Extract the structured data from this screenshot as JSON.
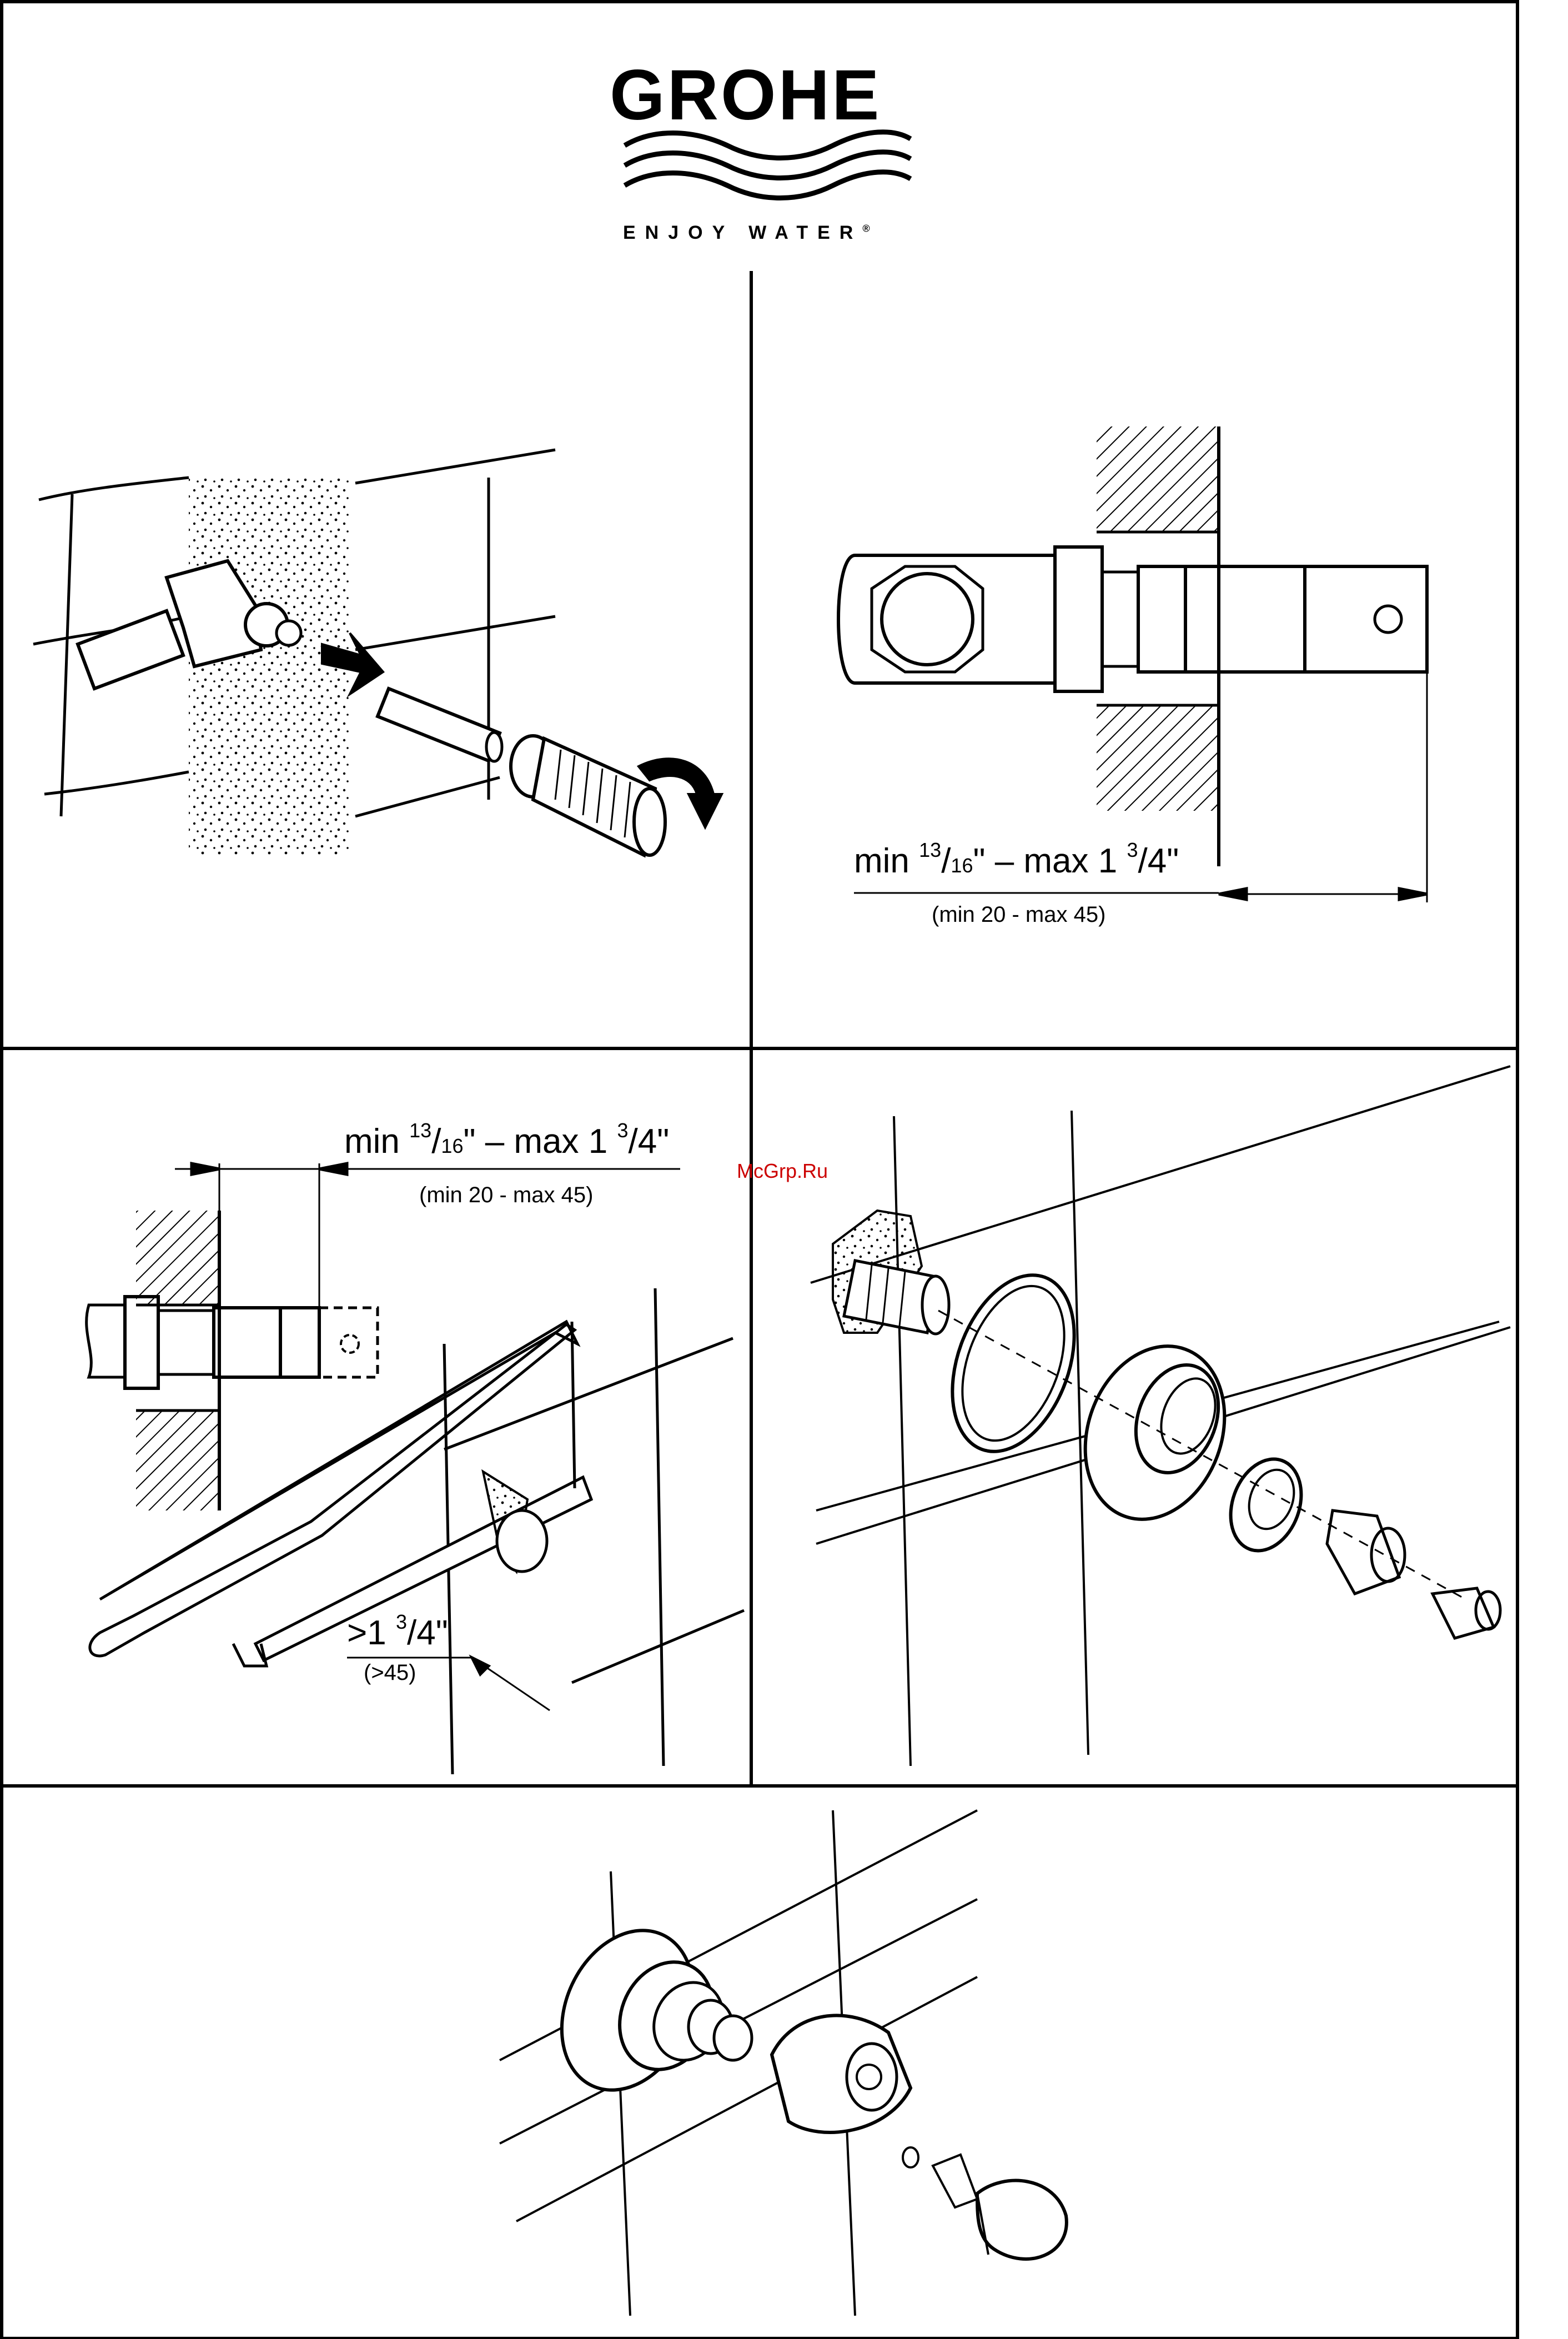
{
  "brand": {
    "name": "GROHE",
    "tagline": "ENJOY WATER",
    "trademark": "®"
  },
  "watermark": "McGrp.Ru",
  "panel2": {
    "dimension": {
      "min_num": "13",
      "min_den": "16",
      "max_whole": "1",
      "max_num": "3",
      "max_den": "4",
      "metric": "(min 20 - max 45)"
    }
  },
  "panel3": {
    "dimension": {
      "min_num": "13",
      "min_den": "16",
      "max_whole": "1",
      "max_num": "3",
      "max_den": "4",
      "metric": "(min 20 - max 45)"
    },
    "cut": {
      "prefix": ">",
      "whole": "1",
      "num": "3",
      "den": "4",
      "metric": "(>45)"
    }
  },
  "colors": {
    "line": "#000000",
    "background": "#ffffff",
    "watermark": "#cc0000"
  }
}
